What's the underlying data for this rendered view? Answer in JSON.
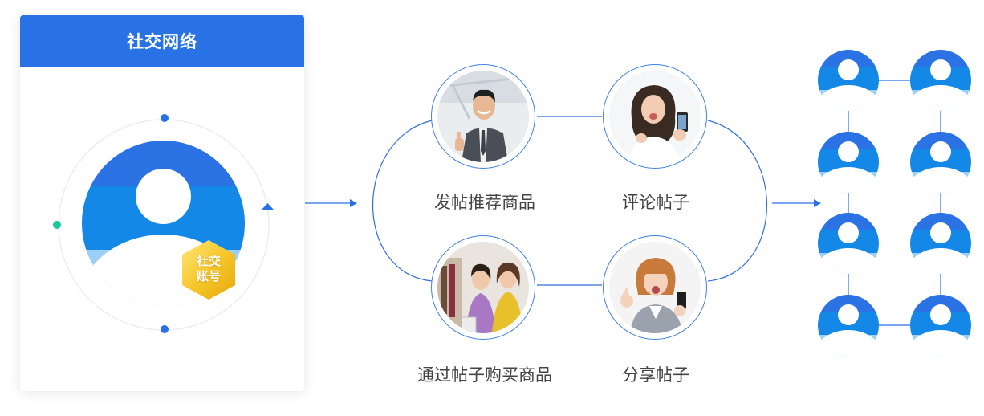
{
  "card": {
    "title": "社交网络",
    "badge_line1": "社交",
    "badge_line2": "账号"
  },
  "steps": [
    {
      "label": "发帖推荐商品",
      "photo": "man-thumbs-up-photo"
    },
    {
      "label": "评论帖子",
      "photo": "woman-with-phone-photo"
    },
    {
      "label": "通过帖子购买商品",
      "photo": "women-shopping-photo"
    },
    {
      "label": "分享帖子",
      "photo": "woman-surprised-phone-photo"
    }
  ],
  "users_grid": {
    "rows": 4,
    "columns": 2
  },
  "colors": {
    "primary": "#2872e6",
    "accent": "#1488e6",
    "light": "#9ad0f7",
    "badge": "#f2c219",
    "dot_green": "#19c7a0"
  }
}
